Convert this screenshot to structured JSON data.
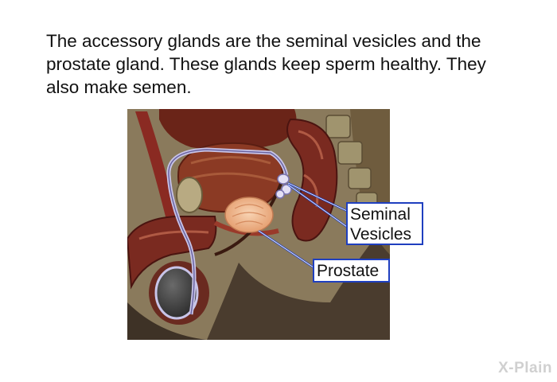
{
  "caption": "The accessory glands are the seminal vesicles and the prostate gland. These glands keep sperm healthy. They also make semen.",
  "labels": {
    "seminal_line1": "Seminal",
    "seminal_line2": "Vesicles",
    "prostate": "Prostate"
  },
  "logo": "X-Plain",
  "colors": {
    "tissue_background": "#8a7a5c",
    "body_silhouette": "#4a3c2e",
    "muscle_red": "#7a2620",
    "bladder": "#8b3a24",
    "prostate": "#f0b890",
    "vas_deferens": "#c8c4e8",
    "testis": "#3c3c3c",
    "label_border": "#1f3fbf"
  }
}
